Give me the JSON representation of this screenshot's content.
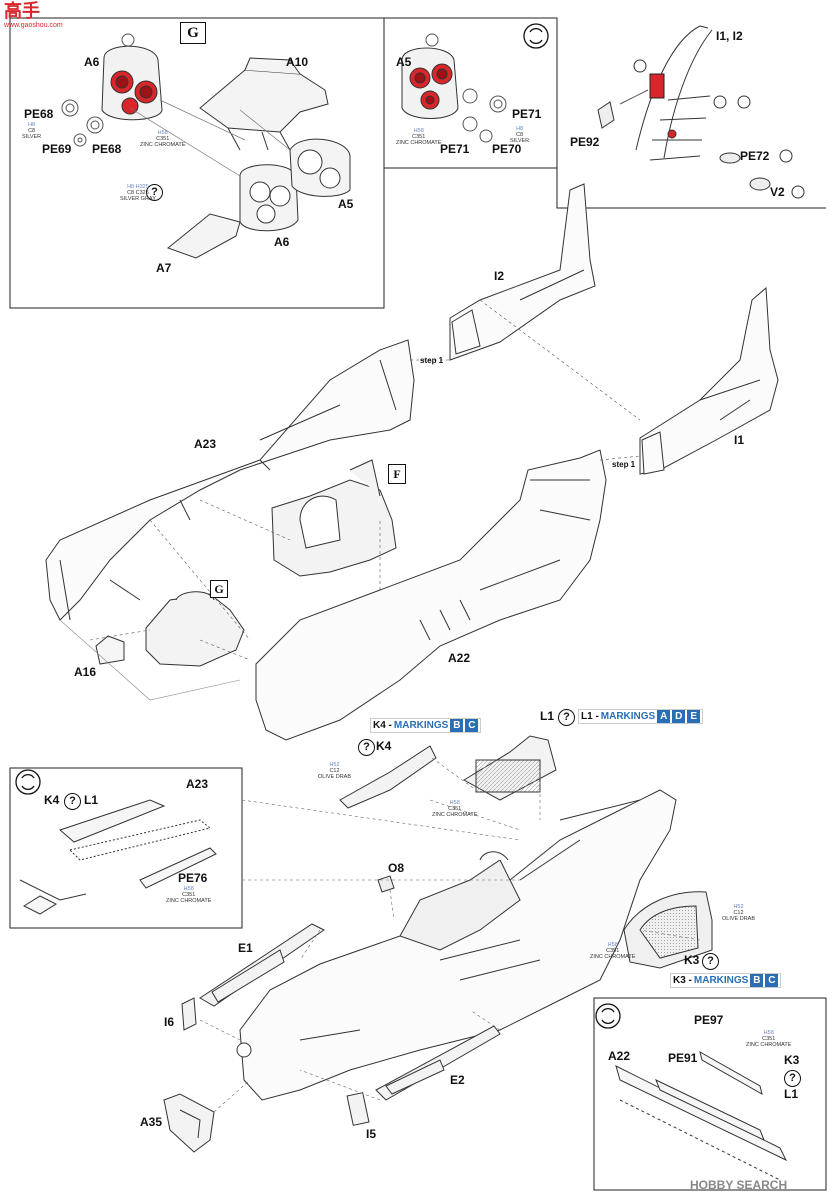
{
  "watermark_top": {
    "brand": "高手",
    "url": "www.gaoshou.com"
  },
  "watermark_bottom": {
    "brand": "HOBBY SEARCH"
  },
  "subassembly_letters": {
    "g_box": "G",
    "f_box": "F",
    "g_ref": "G"
  },
  "part_labels": {
    "a6_left": "A6",
    "pe68_a": "PE68",
    "pe69": "PE69",
    "pe68_b": "PE68",
    "a10": "A10",
    "a5_left": "A5",
    "a6_center": "A6",
    "a7": "A7",
    "a5_right": "A5",
    "pe71_a": "PE71",
    "pe71_b": "PE71",
    "pe70": "PE70",
    "i1_i2": "I1, I2",
    "pe92": "PE92",
    "pe72": "PE72",
    "v2": "V2",
    "i2": "I2",
    "i1": "I1",
    "a23_top": "A23",
    "a16": "A16",
    "a22_top": "A22",
    "l1_top": "L1",
    "k4_top": "K4",
    "k4_detail": "K4",
    "l1_detail": "L1",
    "a23_detail": "A23",
    "pe76": "PE76",
    "o8": "O8",
    "e1": "E1",
    "i6": "I6",
    "e2": "E2",
    "a35": "A35",
    "i5": "I5",
    "k3_top": "K3",
    "pe97": "PE97",
    "a22_detail": "A22",
    "pe91": "PE91",
    "k3_detail": "K3",
    "l1_detail2": "L1"
  },
  "step_labels": {
    "step_i2": "step 1",
    "step_i1": "step 1"
  },
  "paint_refs": {
    "silver_a": {
      "code": "H8",
      "line1": "C8",
      "line2": "SILVER"
    },
    "chromate_a": {
      "code": "H58",
      "line1": "C351",
      "line2": "ZINC CHROMATE"
    },
    "silver_gray": {
      "code": "H8   H325",
      "line1": "C8    C325",
      "line2": "SILVER  GRAY"
    },
    "chromate_b": {
      "code": "H58",
      "line1": "C351",
      "line2": "ZINC CHROMATE"
    },
    "silver_b": {
      "code": "H8",
      "line1": "C8",
      "line2": "SILVER"
    },
    "olive_a": {
      "code": "H52",
      "line1": "C12",
      "line2": "OLIVE DRAB"
    },
    "chromate_c": {
      "code": "H58",
      "line1": "C351",
      "line2": "ZINC CHROMATE"
    },
    "chromate_d": {
      "code": "H58",
      "line1": "C351",
      "line2": "ZINC CHROMATE"
    },
    "olive_b": {
      "code": "H52",
      "line1": "C12",
      "line2": "OLIVE DRAB"
    },
    "chromate_e": {
      "code": "H58",
      "line1": "C351",
      "line2": "ZINC CHROMATE"
    },
    "chromate_f": {
      "code": "H58",
      "line1": "C351",
      "line2": "ZINC CHROMATE"
    }
  },
  "markings": {
    "k4": {
      "prefix": "K4 - ",
      "word": "MARKINGS",
      "codes": [
        "B",
        "C"
      ]
    },
    "l1": {
      "prefix": "L1 - ",
      "word": "MARKINGS",
      "codes": [
        "A",
        "D",
        "E"
      ]
    },
    "k3": {
      "prefix": "K3 - ",
      "word": "MARKINGS",
      "codes": [
        "B",
        "C"
      ]
    }
  },
  "symbols": {
    "question": "?"
  },
  "colors": {
    "red_part": "#d8262b",
    "marking_blue": "#2a6fb5",
    "paint_blue": "#6a85c2",
    "line": "#222222"
  }
}
